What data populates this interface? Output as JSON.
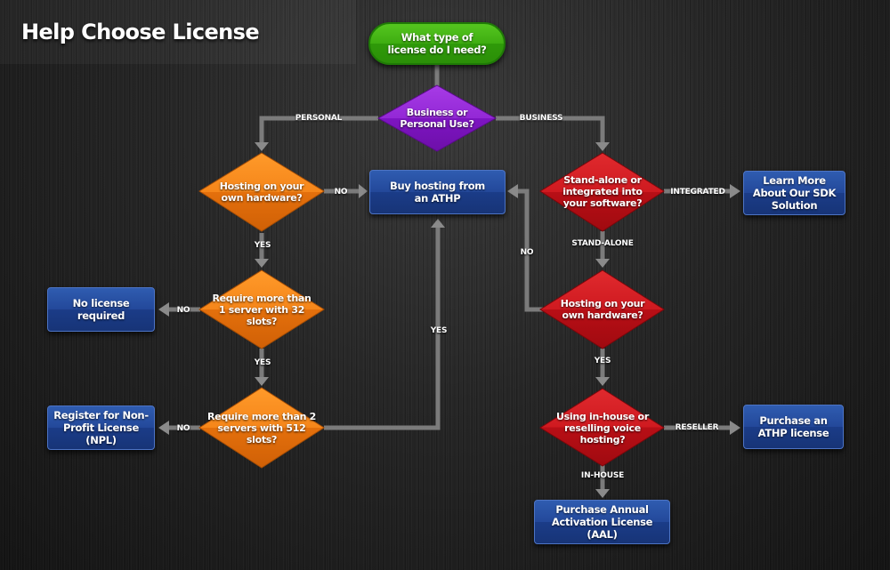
{
  "header": {
    "title": "Help Choose License"
  },
  "colors": {
    "start": "#3ead11",
    "question_purple": "#8e1fcf",
    "question_orange": "#f07d10",
    "question_red": "#c8121b",
    "outcome_blue": "#23489a",
    "connector": "#7b7b7b"
  },
  "nodes": {
    "start": {
      "type": "terminal",
      "text": "What type of license do I need?"
    },
    "use_type": {
      "type": "decision",
      "text": "Business or Personal Use?"
    },
    "personal_hosting": {
      "type": "decision",
      "text": "Hosting on your own hardware?"
    },
    "buy_hosting": {
      "type": "outcome",
      "text": "Buy hosting from an ATHP"
    },
    "more_than_1_server": {
      "type": "decision",
      "text": "Require more than 1 server with 32 slots?"
    },
    "no_license": {
      "type": "outcome",
      "text": "No license required"
    },
    "more_than_2_servers": {
      "type": "decision",
      "text": "Require more than 2 servers with 512 slots?"
    },
    "npl": {
      "type": "outcome",
      "text": "Register for Non-Profit License (NPL)"
    },
    "standalone_integrated": {
      "type": "decision",
      "text": "Stand-alone or integrated into your software?"
    },
    "sdk": {
      "type": "outcome",
      "text": "Learn More About Our SDK Solution"
    },
    "business_hosting": {
      "type": "decision",
      "text": "Hosting on your own hardware?"
    },
    "inhouse_reselling": {
      "type": "decision",
      "text": "Using in-house or reselling voice hosting?"
    },
    "athp_license": {
      "type": "outcome",
      "text": "Purchase an ATHP license"
    },
    "aal": {
      "type": "outcome",
      "text": "Purchase Annual Activation License (AAL)"
    }
  },
  "edges": {
    "personal": "PERSONAL",
    "business": "BUSINESS",
    "personal_hosting_no": "NO",
    "personal_hosting_yes": "YES",
    "server1_no": "NO",
    "server1_yes": "YES",
    "server2_no": "NO",
    "server2_yes": "YES",
    "integrated": "INTEGRATED",
    "standalone": "STAND-ALONE",
    "business_hosting_no": "NO",
    "business_hosting_yes": "YES",
    "reseller": "RESELLER",
    "inhouse": "IN-HOUSE"
  }
}
